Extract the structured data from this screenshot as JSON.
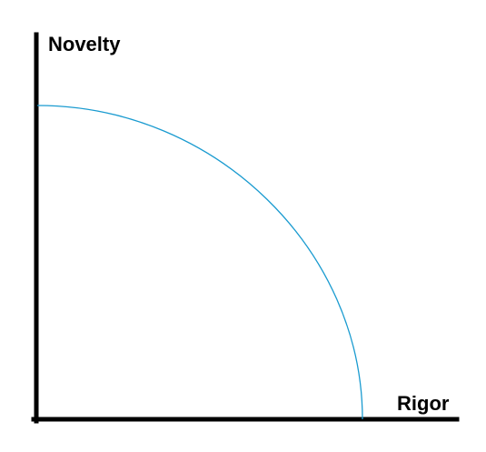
{
  "diagram": {
    "y_axis_label": "Novelty",
    "x_axis_label": "Rigor",
    "axis_color": "#000000",
    "curve_color": "#1a9bd0",
    "curve_shape": "quarter-circle frontier"
  }
}
